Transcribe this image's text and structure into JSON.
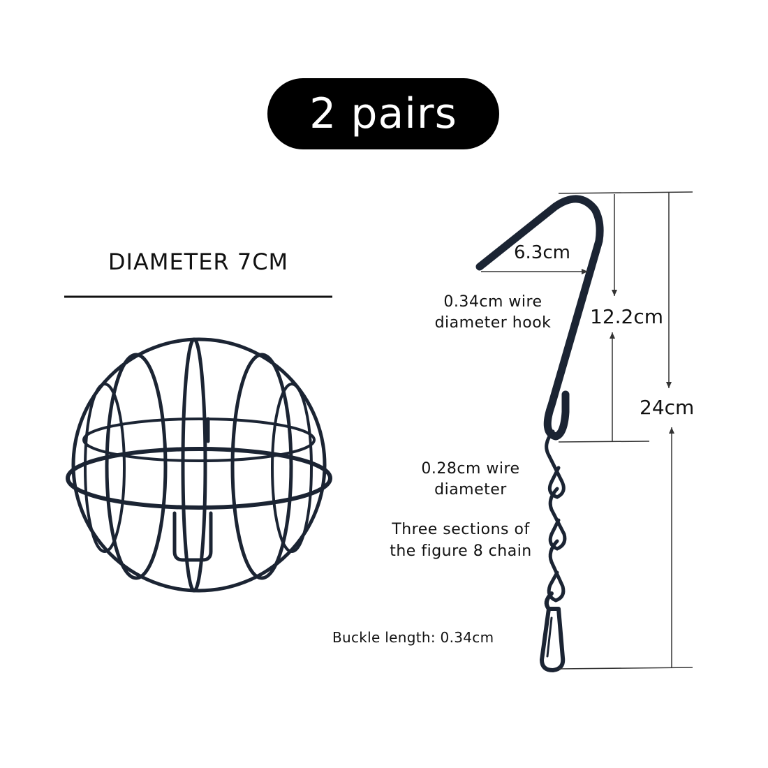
{
  "title": "2 pairs",
  "ball": {
    "label": "DIAMETER 7CM"
  },
  "hook": {
    "width_label": "6.3cm",
    "hook_height_label": "12.2cm",
    "total_height_label": "24cm",
    "hook_wire_label_line1": "0.34cm wire",
    "hook_wire_label_line2": "diameter hook",
    "chain_wire_label_line1": "0.28cm wire",
    "chain_wire_label_line2": "diameter",
    "chain_label_line1": "Three sections of",
    "chain_label_line2": "the figure 8 chain",
    "buckle_label": "Buckle length: 0.34cm"
  },
  "colors": {
    "wire": "#1b2433",
    "dimension_line": "#333333",
    "pill_background": "#000000",
    "pill_text": "#ffffff"
  }
}
